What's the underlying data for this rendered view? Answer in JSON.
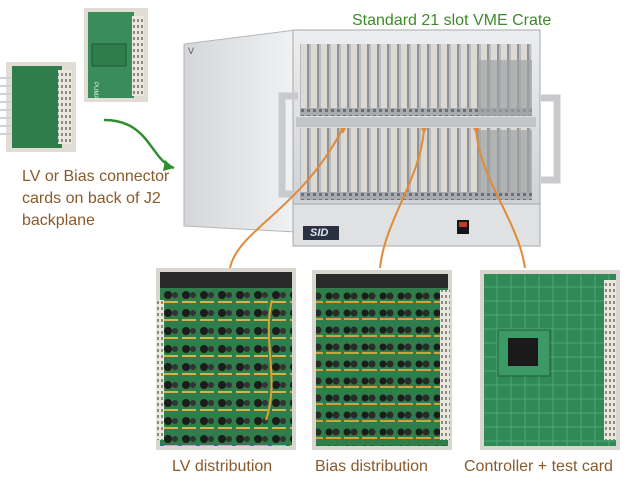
{
  "title": "Standard 21 slot VME Crate",
  "connector_caption": "LV or Bias connector cards on back of J2 backplane",
  "crate_logo": "SID",
  "crate_side_mark": "V",
  "small_card_text": "PUMA",
  "captions": {
    "lv": "LV distribution",
    "bias": "Bias distribution",
    "controller": "Controller + test card"
  },
  "colors": {
    "title": "#3d8a2a",
    "caption": "#8a5a2a",
    "arrow_green": "#2f8f2f",
    "arrow_orange": "#e08a3a",
    "pcb_green": "#2e7d4a",
    "pcb_dark": "#1f5a36",
    "crate_silver": "#d7d9dc"
  }
}
